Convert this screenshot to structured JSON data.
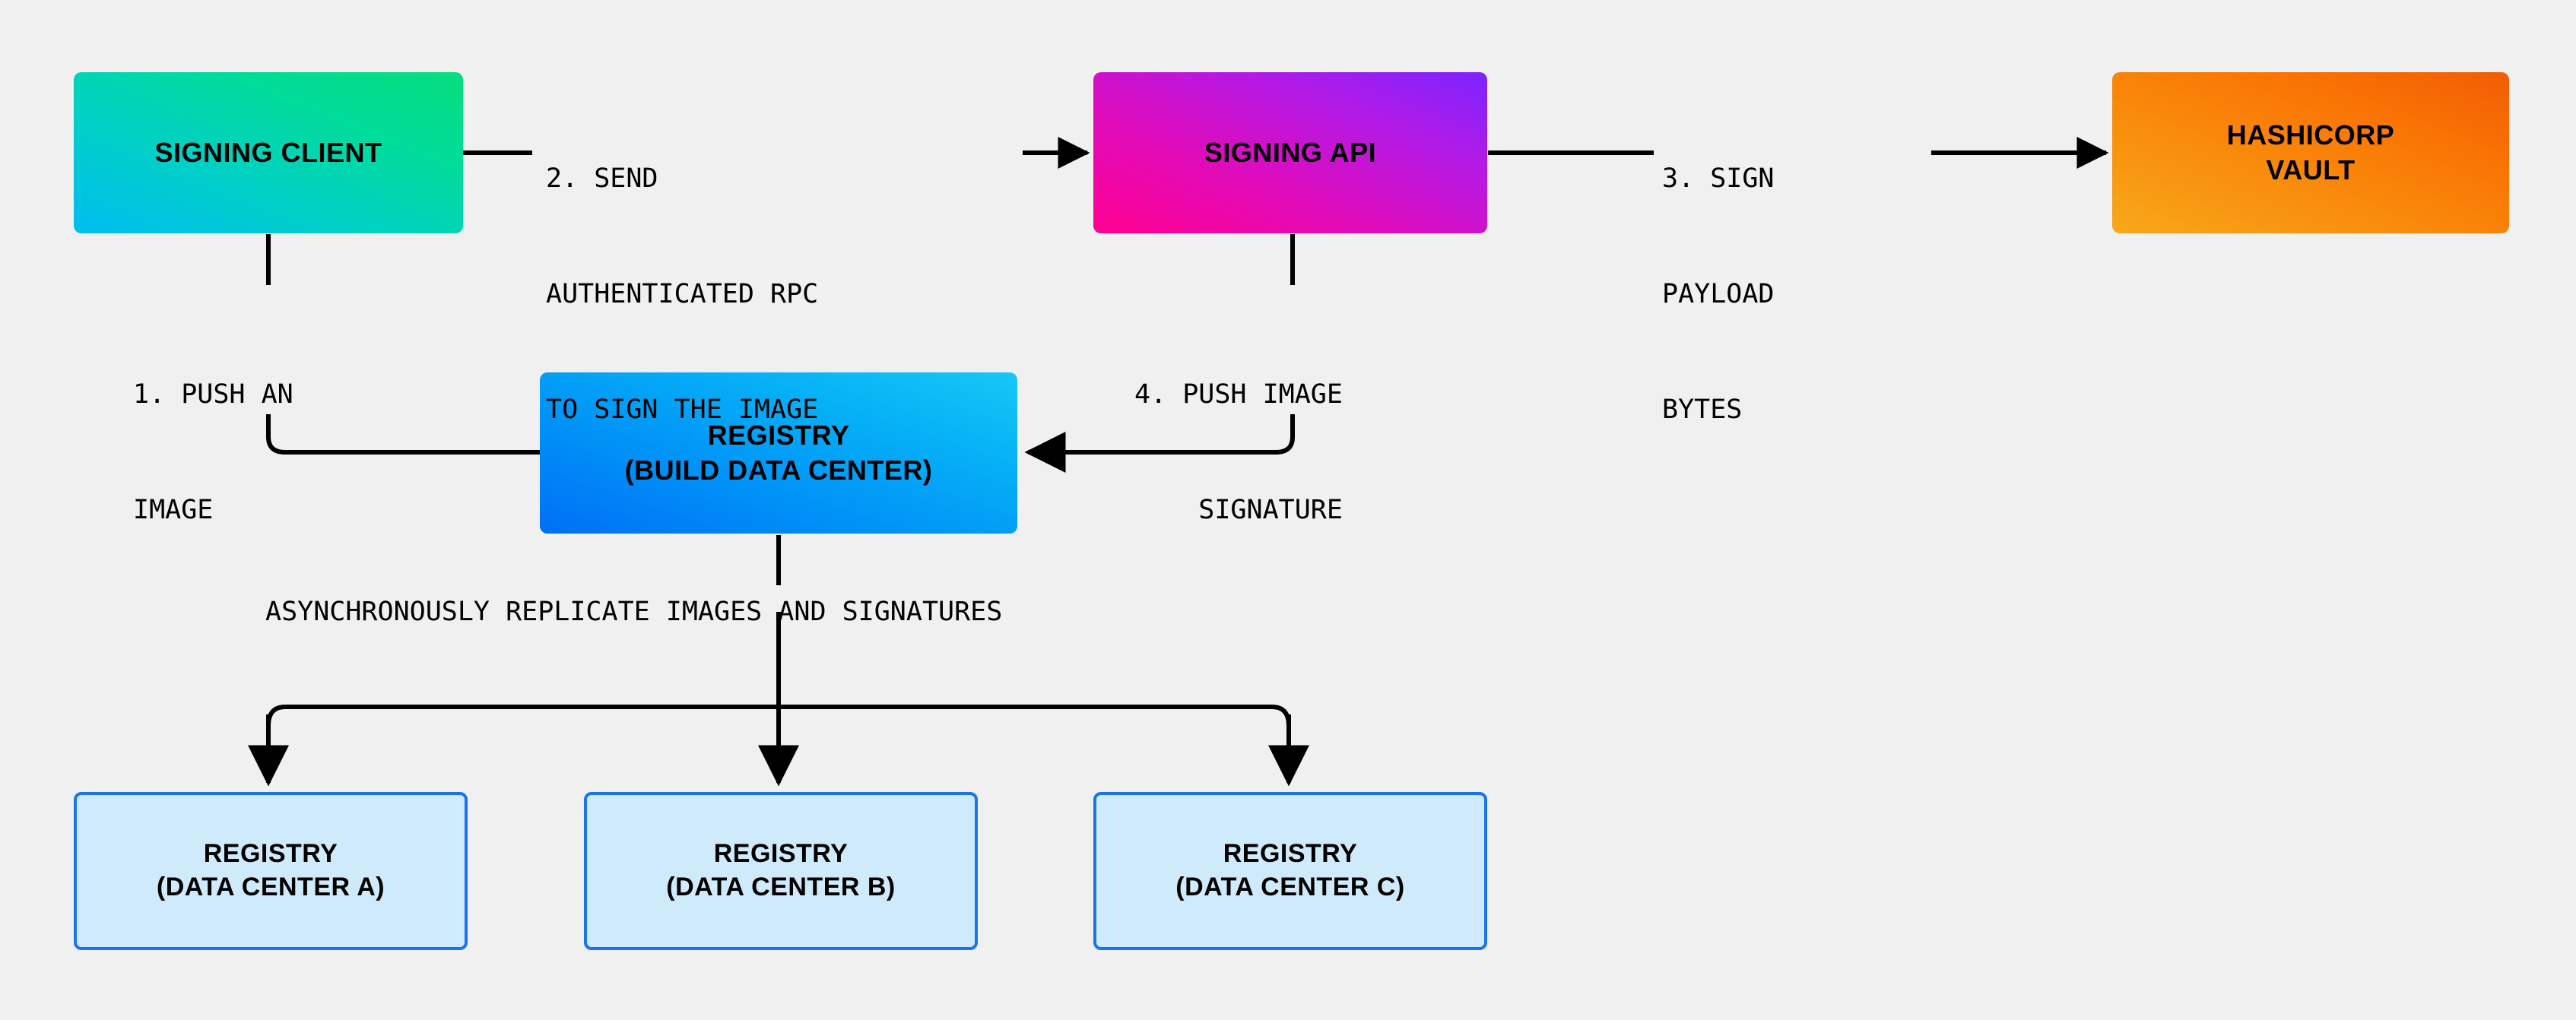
{
  "diagram": {
    "title": "Image signing and registry replication flow",
    "background_color": "#f0f0f0",
    "nodes": {
      "signing_client": {
        "label": "SIGNING CLIENT",
        "fill_from": "#00bdf0",
        "fill_to": "#06dd7e"
      },
      "signing_api": {
        "label": "SIGNING API",
        "fill_from": "#ff0090",
        "fill_to": "#7b24ff"
      },
      "hashicorp_vault": {
        "line1": "HASHICORP",
        "line2": "VAULT",
        "fill_from": "#f7a81b",
        "fill_to": "#f25c05"
      },
      "registry_build": {
        "line1": "REGISTRY",
        "line2": "(BUILD DATA CENTER)",
        "fill_from": "#0070f5",
        "fill_to": "#16c8f5"
      },
      "registry_a": {
        "line1": "REGISTRY",
        "line2": "(DATA CENTER A)",
        "fill": "#cfeafb",
        "border": "#1a74ea"
      },
      "registry_b": {
        "line1": "REGISTRY",
        "line2": "(DATA CENTER B)",
        "fill": "#cfeafb",
        "border": "#1a74ea"
      },
      "registry_c": {
        "line1": "REGISTRY",
        "line2": "(DATA CENTER C)",
        "fill": "#cfeafb",
        "border": "#1a74ea"
      }
    },
    "edges": {
      "step1": {
        "line1": "1. PUSH AN",
        "line2": "IMAGE"
      },
      "step2": {
        "line1": "2. SEND",
        "line2": "AUTHENTICATED RPC",
        "line3": "TO SIGN THE IMAGE"
      },
      "step3": {
        "line1": "3. SIGN",
        "line2": "PAYLOAD",
        "line3": "BYTES"
      },
      "step4": {
        "line1": "4. PUSH IMAGE",
        "line2": "SIGNATURE"
      },
      "replicate": {
        "label": "ASYNCHRONOUSLY REPLICATE IMAGES AND SIGNATURES"
      }
    }
  }
}
